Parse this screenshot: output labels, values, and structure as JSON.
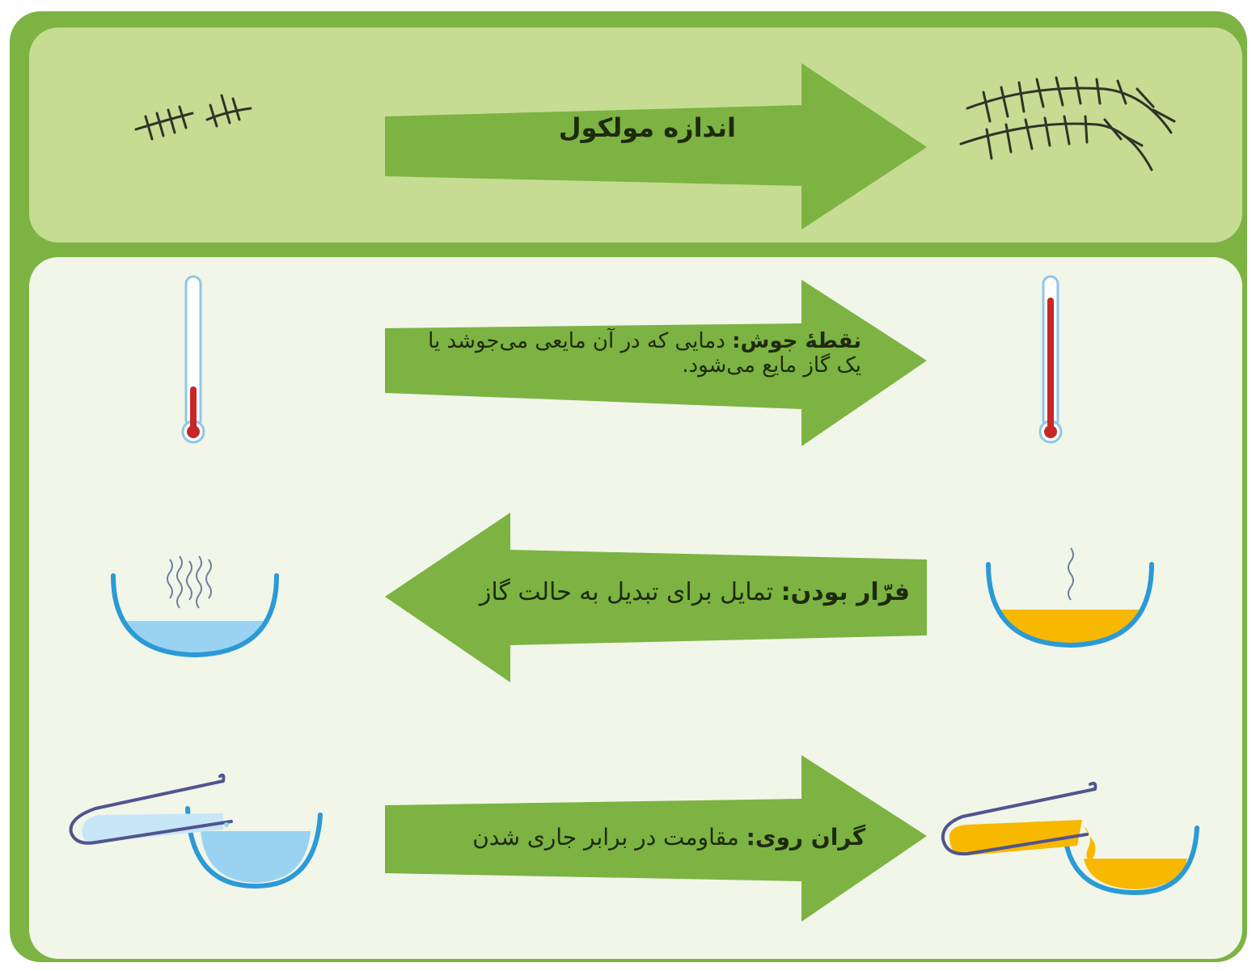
{
  "colors": {
    "frame_green": "#7cb342",
    "header_panel": "#c6dc93",
    "body_panel": "#f1f6e9",
    "arrow_green": "#7cb342",
    "water_blue": "#9ad3f2",
    "bowl_blue": "#2b9ad6",
    "oil_yellow": "#f8b800",
    "mercury_red": "#c62828"
  },
  "header": {
    "arrow_label": "اندازه مولکول",
    "left_icon": "small-molecule-icon",
    "right_icon": "large-molecule-icon"
  },
  "rows": [
    {
      "term": "نقطهٔ جوش:",
      "definition": "دمایی که در آن مایعی می‌جوشد یا یک گاز مایع می‌شود.",
      "direction": "right",
      "left_icon": "thermometer-low-icon",
      "right_icon": "thermometer-high-icon"
    },
    {
      "term": "فرّار بودن:",
      "definition": "تمایل برای تبدیل به حالت گاز",
      "direction": "left",
      "left_icon": "evaporating-water-bowl-icon",
      "right_icon": "oil-bowl-icon"
    },
    {
      "term": "گران روی:",
      "definition": "مقاومت در برابر جاری شدن",
      "direction": "right",
      "left_icon": "pouring-water-icon",
      "right_icon": "pouring-oil-icon"
    }
  ]
}
